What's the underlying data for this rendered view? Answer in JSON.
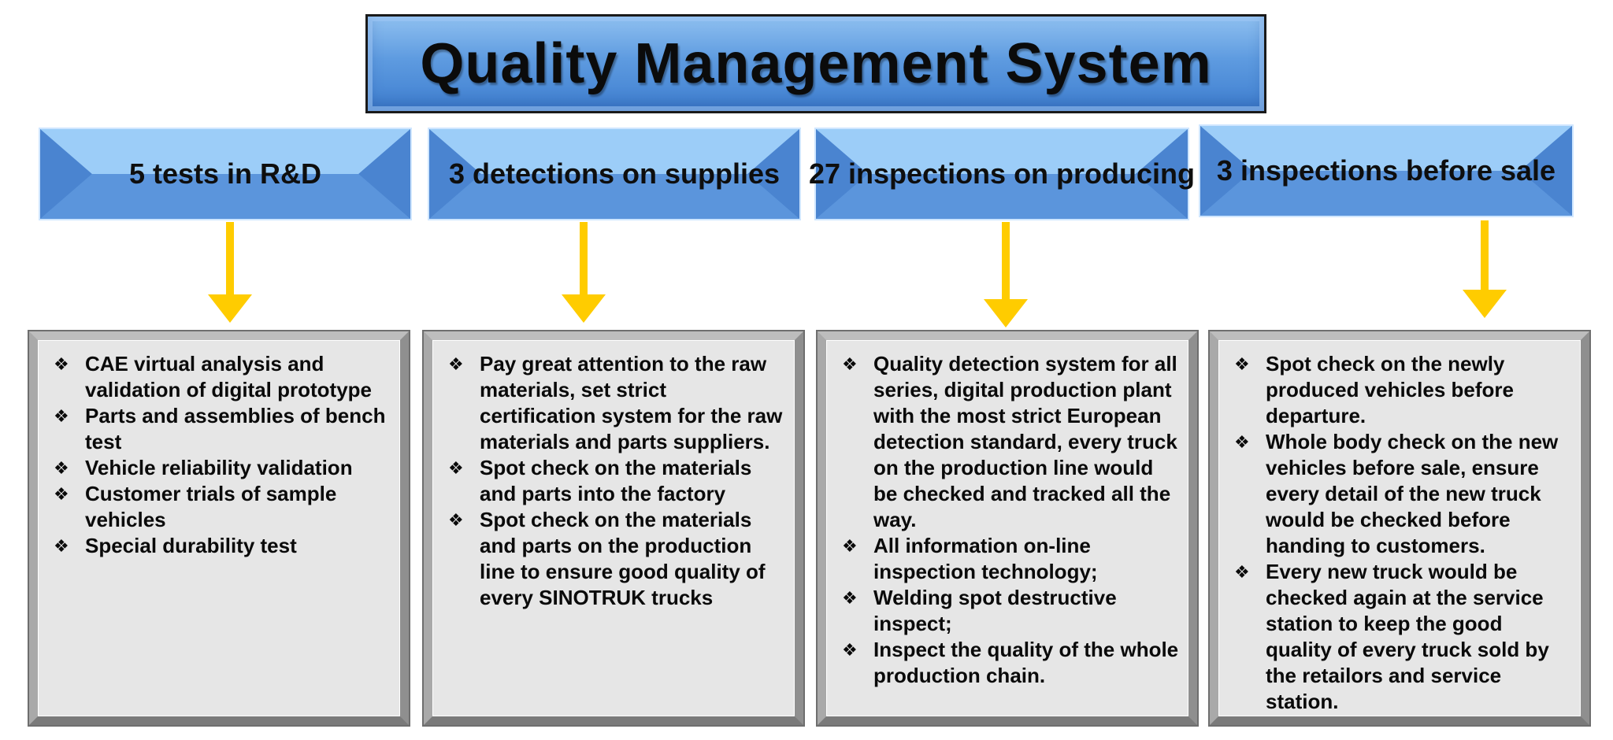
{
  "title": "Quality Management System",
  "colors": {
    "header_blue": "#5a93d9",
    "header_light": "#99c9f6",
    "arrow_yellow": "#ffcc00",
    "box_fill": "#e6e6e6"
  },
  "bullet_glyph": "❖",
  "stages": [
    {
      "label": "5 tests in R&D",
      "items": [
        "CAE virtual analysis and validation of digital prototype",
        "Parts and assemblies of bench test",
        "Vehicle reliability validation",
        "Customer trials of sample vehicles",
        "Special durability test"
      ]
    },
    {
      "label": "3 detections on supplies",
      "items": [
        "Pay great attention to the raw materials,  set strict certification system for the raw materials and parts suppliers.",
        "Spot check on the materials and parts into the factory",
        "Spot check on the materials and parts on the production line to ensure good quality of every SINOTRUK trucks"
      ]
    },
    {
      "label": "27 inspections on producing",
      "items": [
        "Quality detection system for all series, digital production plant with the most strict European detection standard, every truck on the production line would be checked and tracked all the way.",
        "All information on-line inspection technology;",
        "Welding spot destructive inspect;",
        "Inspect the quality of the whole production chain."
      ]
    },
    {
      "label": "3 inspections before sale",
      "items": [
        "Spot check on the newly produced vehicles before departure.",
        "Whole body check on the new vehicles before sale, ensure every detail of the new truck would be checked before handing to customers.",
        "Every new truck would be checked again at the service station to keep the good quality of every truck sold by the retailors and service station."
      ]
    }
  ]
}
